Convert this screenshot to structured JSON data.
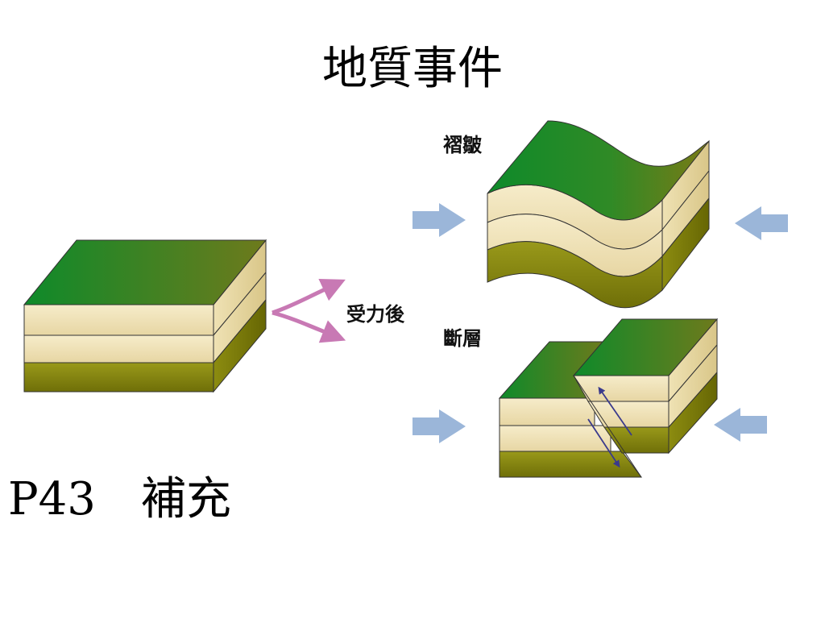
{
  "slide": {
    "title": "地質事件",
    "footer_note": "P43　補充"
  },
  "diagram": {
    "labels": {
      "fold": "褶皺",
      "after_force": "受力後",
      "fault": "斷層"
    },
    "colors": {
      "grass_dark": "#0e8a2a",
      "grass_light": "#6e7a1c",
      "cream_layer": "#f3e8c4",
      "olive_layer": "#8a8a10",
      "push_arrow": "#9bb6d9",
      "branch_arrow": "#c879b4",
      "slip_arrow": "#3a3a8c"
    }
  }
}
